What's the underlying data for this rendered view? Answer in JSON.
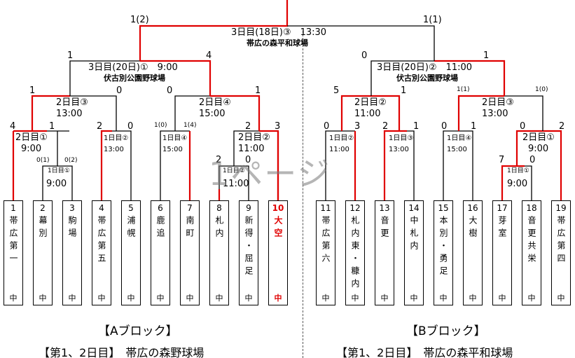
{
  "watermark": "1ページ",
  "colors": {
    "win": "#e00000",
    "line": "#000000"
  },
  "blocks": {
    "a": {
      "title": "【Aブロック】",
      "schedule": "【第1、2日目】　帯広の森野球場"
    },
    "b": {
      "title": "【Bブロック】",
      "schedule": "【第1、2日目】　帯広の森平和球場"
    }
  },
  "teams": [
    {
      "num": "1",
      "name": "帯広第一",
      "suffix": "中"
    },
    {
      "num": "2",
      "name": "幕別",
      "suffix": "中"
    },
    {
      "num": "3",
      "name": "駒場",
      "suffix": "中"
    },
    {
      "num": "4",
      "name": "帯広第五",
      "suffix": "中"
    },
    {
      "num": "5",
      "name": "浦幌",
      "suffix": "中"
    },
    {
      "num": "6",
      "name": "鹿追",
      "suffix": "中"
    },
    {
      "num": "7",
      "name": "南町",
      "suffix": "中"
    },
    {
      "num": "8",
      "name": "札内",
      "suffix": "中"
    },
    {
      "num": "9",
      "name": "新得・屈足",
      "suffix": "中"
    },
    {
      "num": "10",
      "name": "大空",
      "suffix": "中",
      "winner": true
    },
    {
      "num": "11",
      "name": "帯広第六",
      "suffix": "中"
    },
    {
      "num": "12",
      "name": "札内東・糠内",
      "suffix": "中"
    },
    {
      "num": "13",
      "name": "音更",
      "suffix": "中"
    },
    {
      "num": "14",
      "name": "中札内",
      "suffix": "中"
    },
    {
      "num": "15",
      "name": "本別・勇足",
      "suffix": "中"
    },
    {
      "num": "16",
      "name": "大樹",
      "suffix": "中"
    },
    {
      "num": "17",
      "name": "芽室",
      "suffix": "中"
    },
    {
      "num": "18",
      "name": "音更共栄",
      "suffix": "中"
    },
    {
      "num": "19",
      "name": "帯広第四",
      "suffix": "中"
    }
  ],
  "labels": {
    "final": {
      "scoreLeft": "1(2)",
      "scoreRight": "1(1)",
      "time": "3日目(18日)③　13:30",
      "venue": "帯広の森平和球場"
    },
    "semiA": {
      "scoreLeft": "1",
      "scoreRight": "4",
      "time": "3日目(20日)①　9:00",
      "venue": "伏古別公園野球場"
    },
    "semiB": {
      "scoreLeft": "0",
      "scoreRight": "1",
      "time": "3日目(20日)②　11:00",
      "venue": "伏古別公園野球場"
    },
    "qfA1": {
      "scoreLeft": "1",
      "scoreRight": "0",
      "time1": "2日目③",
      "time2": "13:00"
    },
    "qfA2": {
      "scoreLeft": "0",
      "scoreRight": "1",
      "time1": "2日目④",
      "time2": "15:00"
    },
    "qfB1": {
      "scoreLeft": "5",
      "scoreRight": "1",
      "time1": "2日目②",
      "time2": "11:00"
    },
    "qfB2": {
      "scoreLeft": "1(1)",
      "scoreRight": "1(0)",
      "time1": "2日目③",
      "time2": "13:00"
    },
    "r2_1": {
      "scoreLeft": "4",
      "scoreRight": "1",
      "time1": "2日目①",
      "time2": "9:00"
    },
    "r2_4": {
      "scoreLeft": "2",
      "scoreRight": "0",
      "time": "1日目②\n13:00"
    },
    "r2_67": {
      "scoreLeft": "1(0)",
      "scoreRight": "1(4)",
      "time": "1日目④\n15:00"
    },
    "r2_8": {
      "scoreLeft": "2",
      "scoreRight": "3",
      "time1": "2日目②",
      "time2": "11:00"
    },
    "r1_23": {
      "scoreLeft": "0(1)",
      "scoreRight": "0(2)",
      "time1": "1日目①",
      "time2": "9:00"
    },
    "r1_89": {
      "scoreLeft": "2",
      "scoreRight": "0",
      "time1": "1日目②",
      "time2": "11:00"
    },
    "r2_1112": {
      "scoreLeft": "0",
      "scoreRight": "3",
      "time": "1日目②\n11:00"
    },
    "r2_1314": {
      "scoreLeft": "2",
      "scoreRight": "1",
      "time": "1日目③\n13:00"
    },
    "r2_1516": {
      "scoreLeft": "0",
      "scoreRight": "1",
      "time": "1日目④\n15:00"
    },
    "r2_17": {
      "scoreLeft": "0",
      "scoreRight": "2",
      "time1": "2日目①",
      "time2": "9:00"
    },
    "r1_1718": {
      "scoreLeft": "7",
      "scoreRight": "0",
      "time1": "1日目①",
      "time2": "9:00"
    }
  }
}
